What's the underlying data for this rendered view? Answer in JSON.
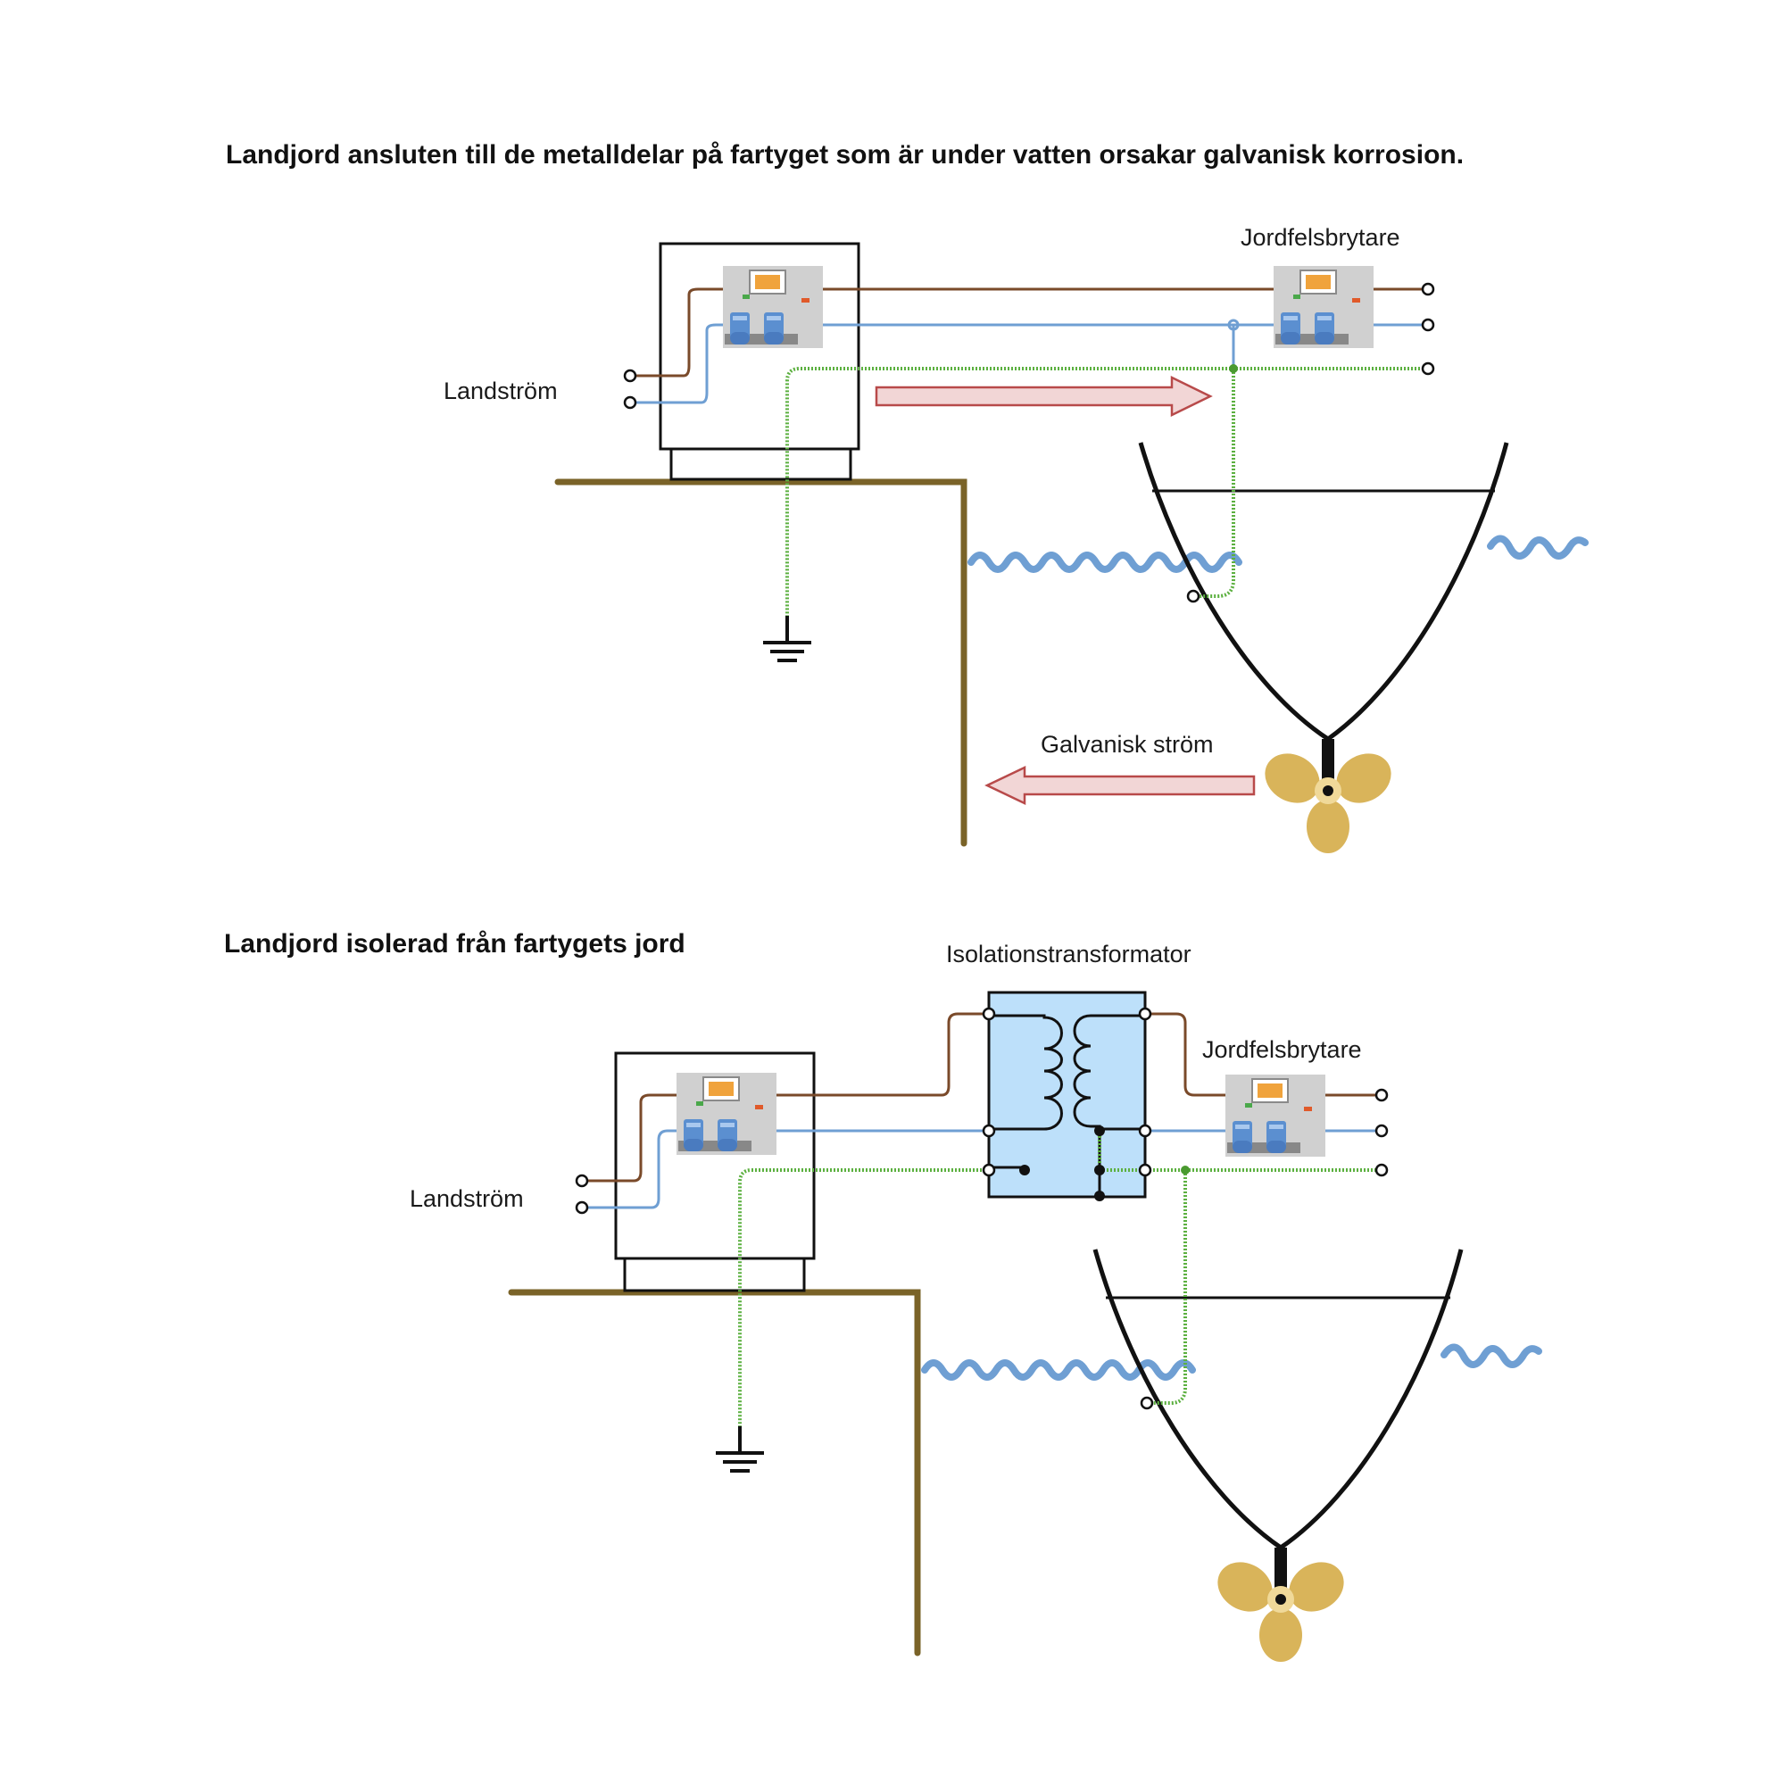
{
  "top_section": {
    "title": "Landjord ansluten till de metalldelar på fartyget som är under vatten orsakar galvanisk korrosion.",
    "shore_power_label": "Landström",
    "rcd_label": "Jordfelsbrytare",
    "galvanic_current_label": "Galvanisk ström"
  },
  "bottom_section": {
    "title": "Landjord isolerad från fartygets jord",
    "shore_power_label": "Landström",
    "transformer_label": "Isolationstransformator",
    "rcd_label": "Jordfelsbrytare"
  },
  "colors": {
    "phase_wire": "#7a4a2a",
    "neutral_wire": "#6f9fd3",
    "earth_wire": "#5cb040",
    "quay": "#7a6328",
    "water": "#6f9fd3",
    "arrow_fill": "#f2d6d6",
    "arrow_stroke": "#b84a4a",
    "propeller": "#d9b45a",
    "transformer": "#bde0fa"
  }
}
